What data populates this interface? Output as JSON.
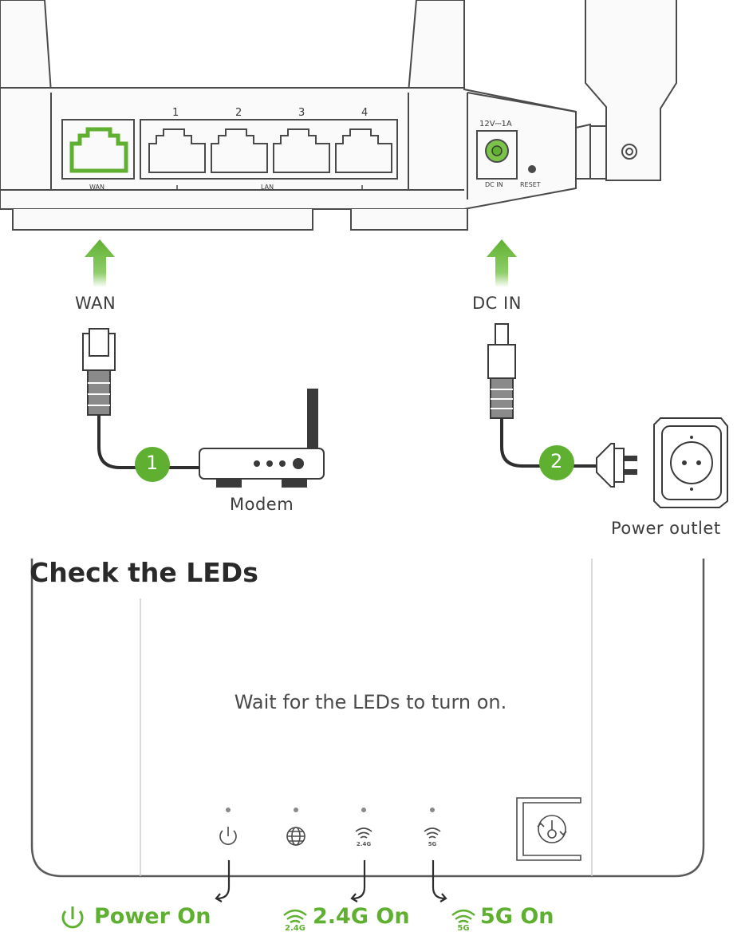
{
  "router_back": {
    "lan_numbers": [
      "1",
      "2",
      "3",
      "4"
    ],
    "wan_port_label": "WAN",
    "lan_group_label": "LAN",
    "power_rating": "12V⎓1A",
    "dc_in_label": "DC IN",
    "reset_label": "RESET"
  },
  "connections": {
    "wan_label": "WAN",
    "dc_in_label": "DC IN",
    "step1": "1",
    "step2": "2",
    "modem_label": "Modem",
    "outlet_label": "Power outlet"
  },
  "leds_section": {
    "heading": "Check the LEDs",
    "instruction": "Wait for the LEDs to turn on.",
    "wifi24_tag": "2.4G",
    "wifi5_tag": "5G",
    "status_power": "Power On",
    "status_24g": "2.4G On",
    "status_5g": "5G On"
  },
  "colors": {
    "accent_green": "#5fb030",
    "line_gray": "#3a3a3a"
  },
  "icons": [
    "power-icon",
    "globe-icon",
    "wifi-2g-icon",
    "wifi-5g-icon",
    "wps-icon",
    "plug-icon",
    "outlet-icon",
    "ethernet-connector-icon",
    "dc-connector-icon",
    "arrow-up-icon"
  ]
}
